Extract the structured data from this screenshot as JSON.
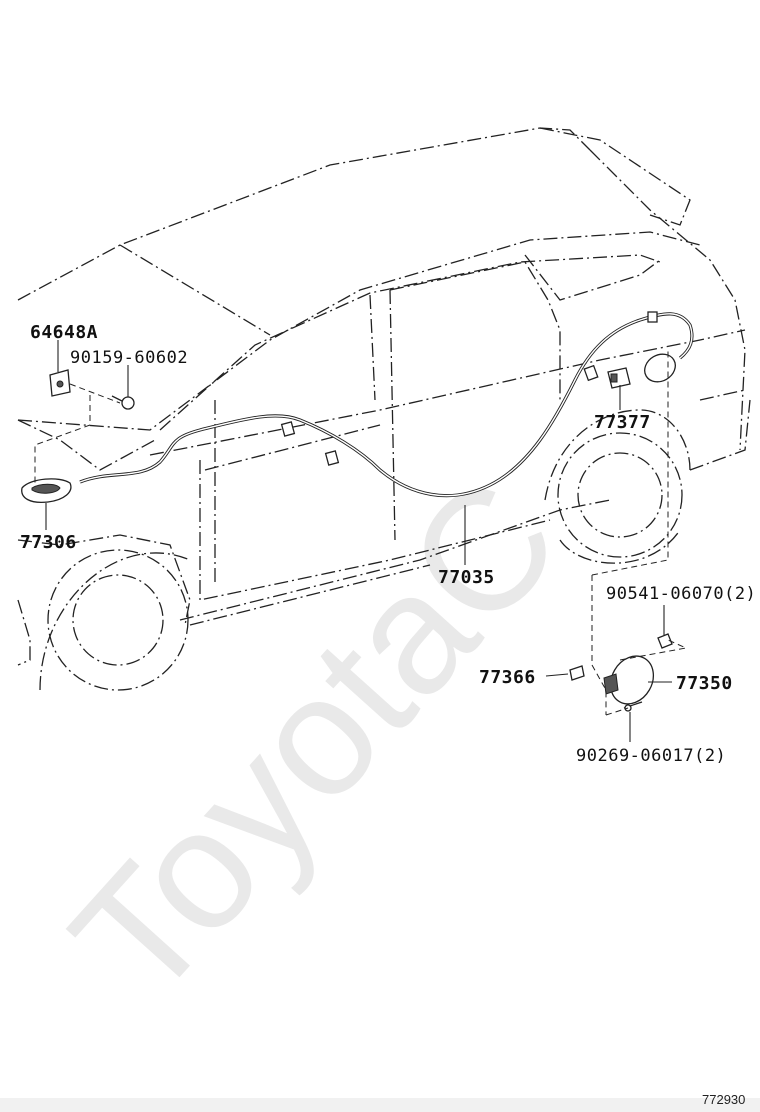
{
  "watermark": "ToyotaC",
  "diagram_ref": "772930",
  "callouts": {
    "p64648a": "64648A",
    "p90159": "90159-60602",
    "p77306": "77306",
    "p77035": "77035",
    "p77377": "77377",
    "p90541": "90541-06070(2)",
    "p77366": "77366",
    "p77350": "77350",
    "p90269": "90269-06017(2)"
  }
}
